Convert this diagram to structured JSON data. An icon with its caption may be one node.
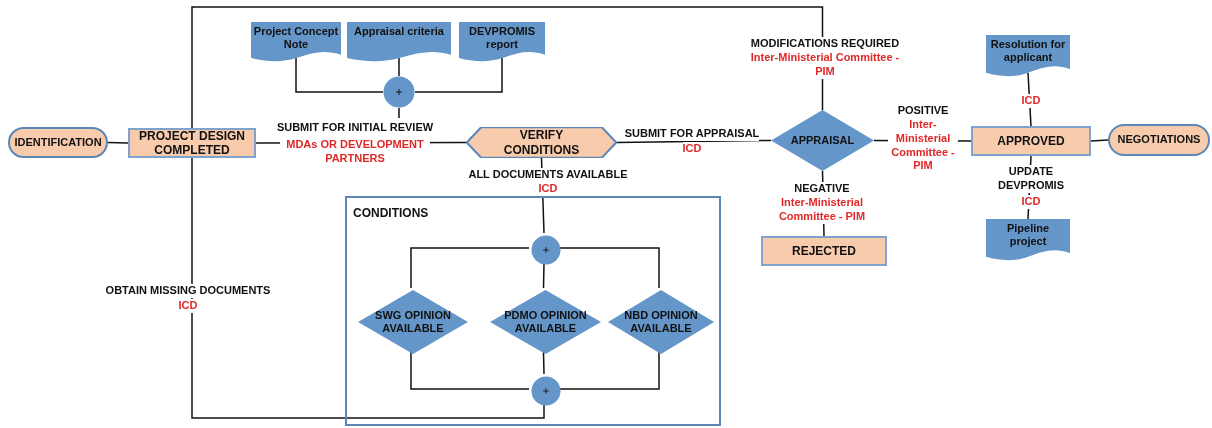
{
  "diagram": {
    "nodes": [
      {
        "text": [
          "IDENTIFICATION"
        ]
      },
      {
        "text": [
          "PROJECT DESIGN COMPLETED"
        ]
      },
      {
        "text": [
          "Project Concept Note"
        ]
      },
      {
        "text": [
          "Appraisal criteria"
        ]
      },
      {
        "text": [
          "DEVPROMIS report"
        ]
      },
      {
        "text": [],
        "shape": "circle"
      },
      {
        "text": [
          "VERIFY CONDITIONS"
        ]
      },
      {
        "text": [
          "APPRAISAL"
        ]
      },
      {
        "text": [
          "APPROVED"
        ]
      },
      {
        "text": [
          "NEGOTIATIONS"
        ]
      },
      {
        "text": [
          "Resolution for applicant"
        ]
      },
      {
        "text": [
          "Pipeline project"
        ]
      },
      {
        "text": [
          "REJECTED"
        ]
      },
      {
        "text": [
          "CONDITIONS"
        ]
      },
      {
        "text": [],
        "shape": "circle",
        "in": 13
      },
      {
        "text": [
          "SWG OPINION AVAILABLE"
        ],
        "in": 13
      },
      {
        "text": [
          "PDMO OPINION AVAILABLE"
        ],
        "in": 13
      },
      {
        "text": [
          "NBD OPINION AVAILABLE"
        ],
        "in": 13
      },
      {
        "text": [],
        "shape": "circle",
        "in": 13
      }
    ],
    "edges": [
      {
        "from": 0,
        "to": 1,
        "arrow": "none"
      },
      {
        "from": 1,
        "to": 6,
        "arrow": "none",
        "label": "SUBMIT  FOR INITIAL REVIEW"
      },
      {
        "from": 2,
        "to": 5,
        "arrow": "none"
      },
      {
        "from": 3,
        "to": 5,
        "arrow": "none"
      },
      {
        "from": 4,
        "to": 5,
        "arrow": "none"
      },
      {
        "from": 5,
        "to": null,
        "arrow": "none"
      },
      {
        "from": 6,
        "to": 7,
        "arrow": "none",
        "label": "SUBMIT FOR APPRAISAL"
      },
      {
        "from": 7,
        "to": 8,
        "arrow": "none",
        "label": "POSITIVE"
      },
      {
        "from": 8,
        "to": 9,
        "arrow": "none"
      },
      {
        "from": 7,
        "to": 12,
        "arrow": "none",
        "label": "NEGATIVE"
      },
      {
        "from": 7,
        "to": 1,
        "arrow": "none",
        "label": "MODIFICATIONS REQUIRED"
      },
      {
        "from": 18,
        "to": 1,
        "arrow": "none",
        "label": "OBTAIN MISSING DOCUMENTS"
      },
      {
        "from": 6,
        "to": 14,
        "arrow": "none",
        "label": "ALL DOCUMENTS AVAILABLE"
      },
      {
        "from": 14,
        "to": 15,
        "arrow": "none"
      },
      {
        "from": 14,
        "to": 16,
        "arrow": "none"
      },
      {
        "from": 14,
        "to": 17,
        "arrow": "none"
      },
      {
        "from": 15,
        "to": 18,
        "arrow": "none"
      },
      {
        "from": 16,
        "to": 18,
        "arrow": "none"
      },
      {
        "from": 17,
        "to": 18,
        "arrow": "none"
      },
      {
        "from": 8,
        "to": 10,
        "arrow": "none"
      },
      {
        "from": 8,
        "to": 11,
        "arrow": "none",
        "label": "UPDATE DEVPROMIS"
      }
    ],
    "labels": [
      "MDAs OR DEVELOPMENT PARTNERS",
      "ICD",
      "ICD",
      "Inter-Ministerial Committee -PIM",
      "Inter-Ministerial Committee - PIM",
      "Inter-Ministerial Committee - PIM",
      "ICD",
      "ICD",
      "ICD"
    ]
  }
}
